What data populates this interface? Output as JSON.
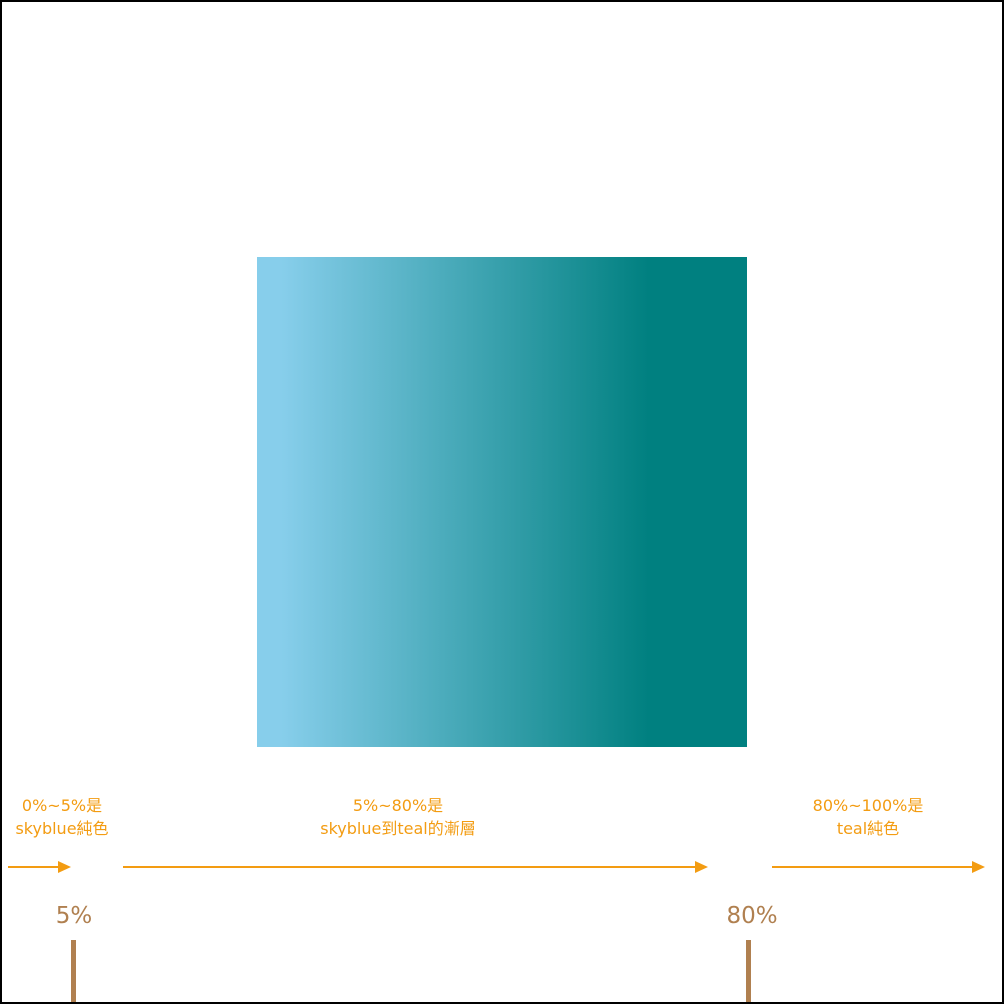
{
  "colors": {
    "gradient_start": "skyblue",
    "gradient_end": "teal",
    "annotation": "#f39c12",
    "stop_marker": "#b08050",
    "border": "#000000"
  },
  "gradient": {
    "direction": "to right",
    "stop_start_percent": 5,
    "stop_end_percent": 80
  },
  "notes": [
    {
      "line1": "0%~5%是",
      "line2": "skyblue純色"
    },
    {
      "line1": "5%~80%是",
      "line2": "skyblue到teal的漸層"
    },
    {
      "line1": "80%~100%是",
      "line2": "teal純色"
    }
  ],
  "stops": [
    {
      "label": "5%"
    },
    {
      "label": "80%"
    }
  ]
}
